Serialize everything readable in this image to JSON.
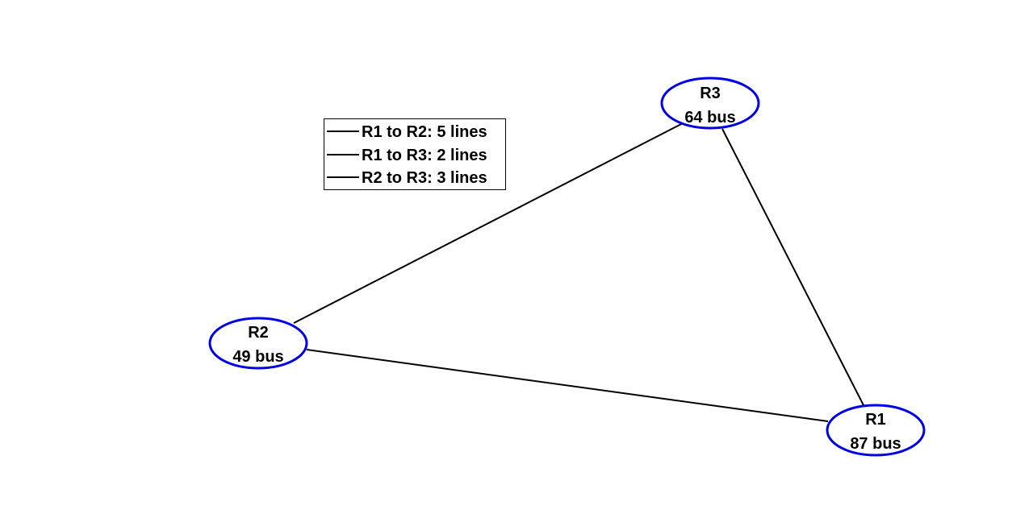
{
  "nodes": {
    "r1": {
      "label": "R1",
      "buses": "87 bus"
    },
    "r2": {
      "label": "R2",
      "buses": "49 bus"
    },
    "r3": {
      "label": "R3",
      "buses": "64 bus"
    }
  },
  "edges": [
    {
      "from": "R1",
      "to": "R2",
      "lines": 5
    },
    {
      "from": "R1",
      "to": "R3",
      "lines": 2
    },
    {
      "from": "R2",
      "to": "R3",
      "lines": 3
    }
  ],
  "legend": {
    "entries": [
      {
        "label": "R1 to R2: 5 lines"
      },
      {
        "label": "R1 to R3: 2 lines"
      },
      {
        "label": "R2 to R3: 3 lines"
      }
    ]
  },
  "colors": {
    "node_outline": "#0000e6",
    "edge": "#000000"
  }
}
